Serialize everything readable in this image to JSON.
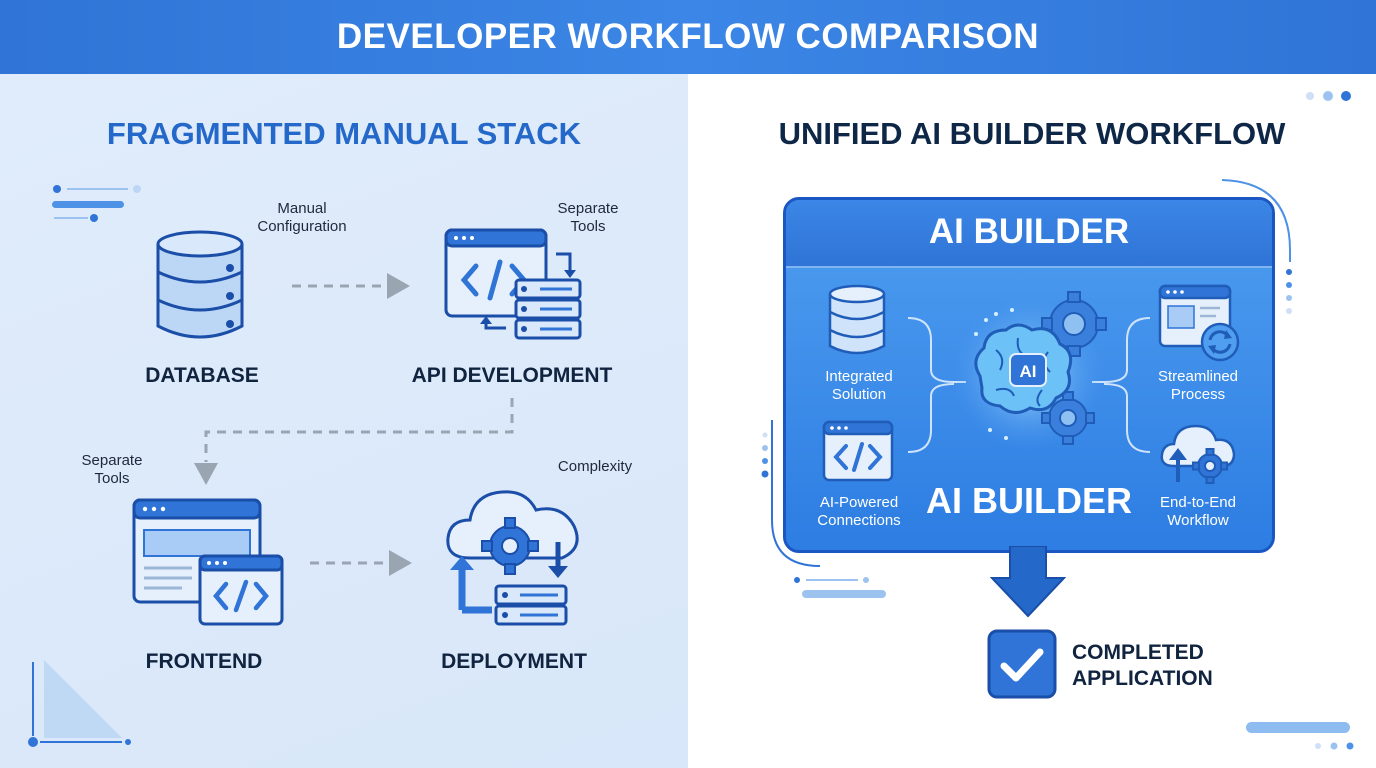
{
  "header": {
    "title": "DEVELOPER WORKFLOW COMPARISON"
  },
  "left": {
    "title": "FRAGMENTED MANUAL STACK",
    "nodes": {
      "database": "DATABASE",
      "api": "API DEVELOPMENT",
      "frontend": "FRONTEND",
      "deployment": "DEPLOYMENT"
    },
    "notes": {
      "manual_config": [
        "Manual",
        "Configuration"
      ],
      "separate_tools_1": [
        "Separate",
        "Tools"
      ],
      "separate_tools_2": [
        "Separate",
        "Tools"
      ],
      "complexity": "Complexity"
    }
  },
  "right": {
    "title": "UNIFIED AI BUILDER WORKFLOW",
    "builder": {
      "title": "AI BUILDER",
      "bottom_label": "AI BUILDER",
      "brain_badge": "AI",
      "features": {
        "integrated": [
          "Integrated",
          "Solution"
        ],
        "ai_connections": [
          "AI-Powered",
          "Connections"
        ],
        "streamlined": [
          "Streamlined",
          "Process"
        ],
        "end_to_end": [
          "End-to-End",
          "Workflow"
        ]
      }
    },
    "result": {
      "line1": "COMPLETED",
      "line2": "APPLICATION"
    }
  },
  "icons": {
    "database": "database-icon",
    "api": "code-window-server-icon",
    "frontend": "browser-code-icon",
    "deployment": "cloud-gear-server-icon",
    "brain": "ai-brain-gears-icon",
    "check": "checkmark-icon"
  },
  "colors": {
    "header_bg": "#2f74d6",
    "left_bg": "#dce9fa",
    "accent_blue": "#2468c9",
    "dark_navy": "#10233f",
    "builder_bg": "#2d7de3"
  }
}
